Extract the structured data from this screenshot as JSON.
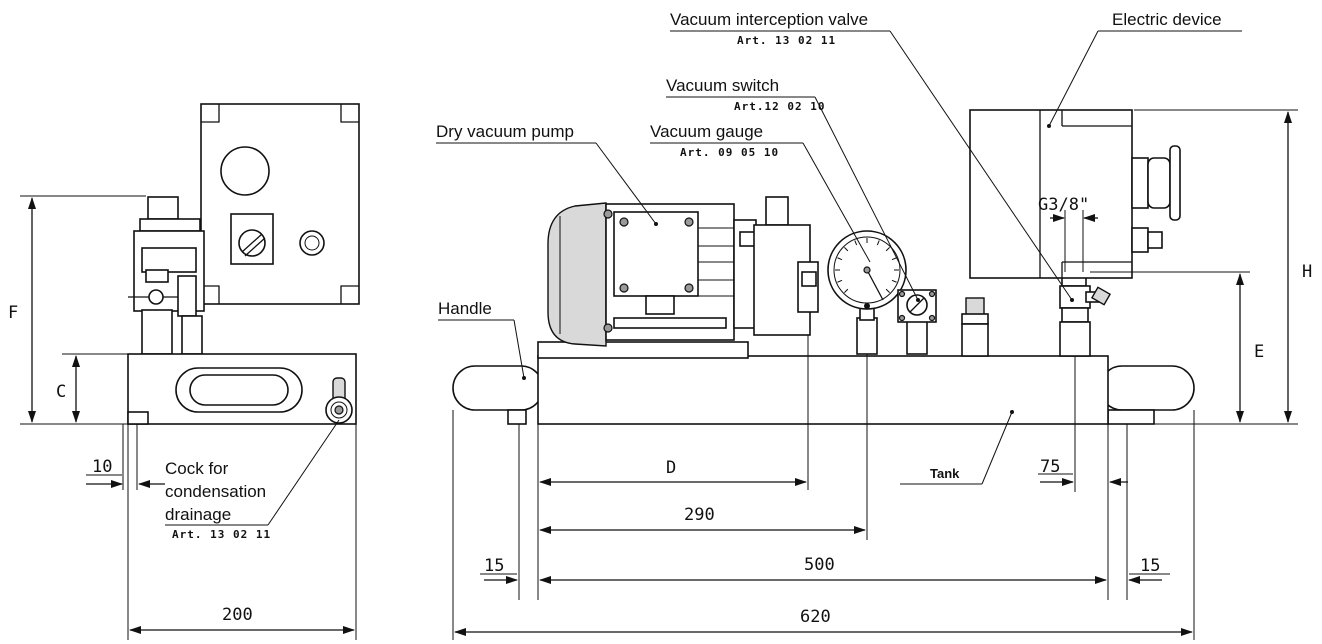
{
  "labels": {
    "vacuum_interception_valve": "Vacuum interception valve",
    "vacuum_interception_valve_art": "Art. 13 02 11",
    "electric_device": "Electric device",
    "vacuum_switch": "Vacuum switch",
    "vacuum_switch_art": "Art.12 02 10",
    "dry_vacuum_pump": "Dry vacuum pump",
    "vacuum_gauge": "Vacuum gauge",
    "vacuum_gauge_art": "Art. 09 05 10",
    "handle": "Handle",
    "tank": "Tank",
    "cock_line1": "Cock for",
    "cock_line2": "condensation",
    "cock_line3": "drainage",
    "cock_art": "Art. 13 02 11",
    "thread": "G3/8\""
  },
  "dimensions": {
    "F": "F",
    "C": "C",
    "D": "D",
    "E": "E",
    "H": "H",
    "side_offset": "10",
    "side_width": "200",
    "gauge_pos": "290",
    "valve_offset": "75",
    "left_overhang": "15",
    "right_overhang": "15",
    "tank_length": "500",
    "total_length": "620"
  }
}
